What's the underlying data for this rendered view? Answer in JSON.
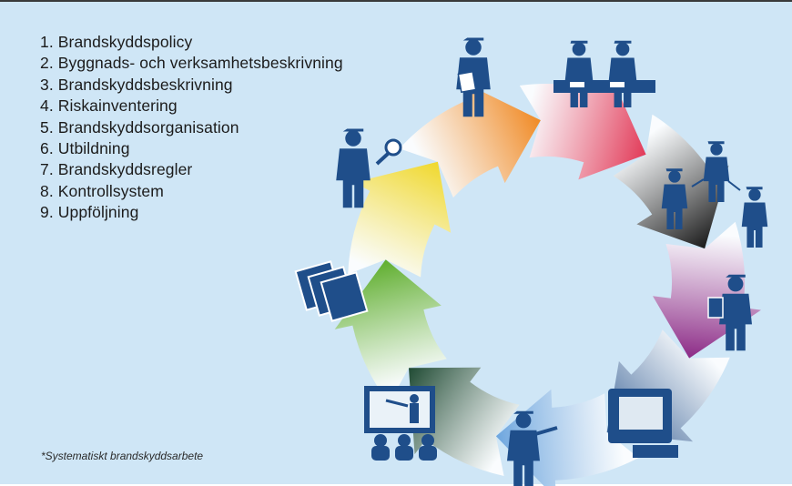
{
  "steps": [
    {
      "label": "1. Brandskyddspolicy",
      "color": "#e23a58"
    },
    {
      "label": "2. Byggnads- och verksamhetsbeskrivning",
      "color": "#1a1a1a"
    },
    {
      "label": "3. Brandskyddsbeskrivning",
      "color": "#8c2a86"
    },
    {
      "label": "4. Riskainventering",
      "color": "#3d6598"
    },
    {
      "label": "5. Brandskyddsorganisation",
      "color": "#6ea6de"
    },
    {
      "label": "6. Utbildning",
      "color": "#1f4a33"
    },
    {
      "label": "7. Brandskyddsregler",
      "color": "#5fae2e"
    },
    {
      "label": "8. Kontrollsystem",
      "color": "#f0d82c"
    },
    {
      "label": "9. Uppföljning",
      "color": "#f08a25"
    }
  ],
  "footnote": "*Systematiskt brandskyddsarbete",
  "icons": [
    "person-with-document-icon",
    "two-people-at-desk-icon",
    "people-hierarchy-icon",
    "person-with-clipboard-icon",
    "computer-monitor-icon",
    "person-pointing-icon",
    "presentation-audience-icon",
    "stacked-binders-icon",
    "person-with-magnifier-icon"
  ],
  "icon_color": "#1f4e8a"
}
